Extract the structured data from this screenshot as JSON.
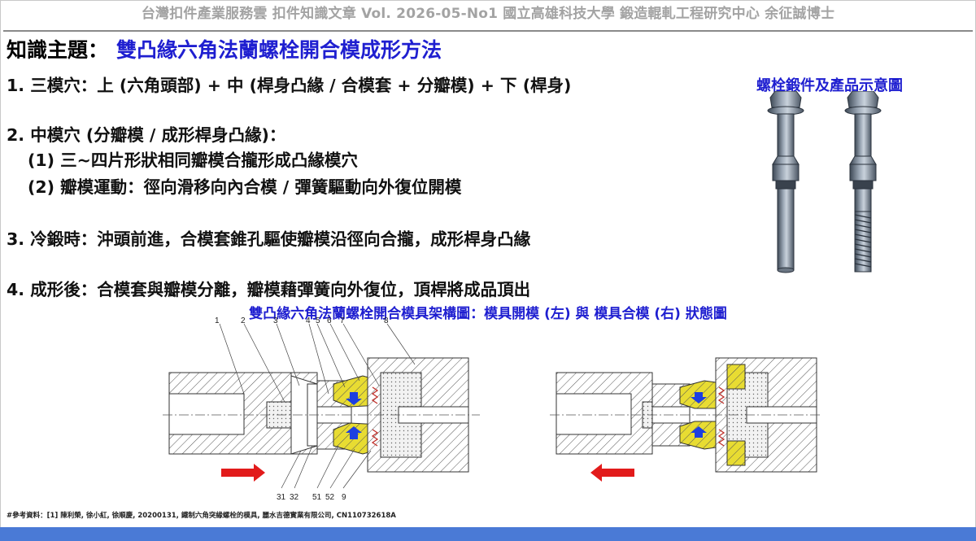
{
  "header": {
    "text": "台灣扣件產業服務雲  扣件知識文章  Vol. 2026-05-No1  國立高雄科技大學  鍛造輥軋工程研究中心  余征誠博士"
  },
  "topic": {
    "label": "知識主題：",
    "title": "雙凸緣六角法蘭螺栓開合模成形方法"
  },
  "points": {
    "p1": "1. 三模穴：上 (六角頭部) + 中 (桿身凸緣 / 合模套 + 分瓣模) + 下 (桿身)",
    "p2": "2. 中模穴 (分瓣模 / 成形桿身凸緣)：",
    "p2a": "(1) 三~四片形狀相同瓣模合攏形成凸緣模穴",
    "p2b": "(2) 瓣模運動：徑向滑移向內合模 / 彈簧驅動向外復位開模",
    "p3": "3. 冷鍛時：沖頭前進，合模套錐孔驅使瓣模沿徑向合攏，成形桿身凸緣",
    "p4": "4. 成形後：合模套與瓣模分離，瓣模藉彈簧向外復位，頂桿將成品頂出"
  },
  "product_image": {
    "title": "螺栓鍛件及產品示意圖"
  },
  "diagram": {
    "title": "雙凸緣六角法蘭螺栓開合模具架構圖：模具開模 (左) 與 模具合模 (右) 狀態圖",
    "top_labels": [
      "1",
      "2",
      "3",
      "4",
      "5",
      "6",
      "7",
      "8"
    ],
    "bottom_labels": [
      "31",
      "32",
      "51",
      "52",
      "9"
    ],
    "colors": {
      "yellow_die": "#e8dc32",
      "blue_arrow": "#1d3fe0",
      "red_arrow": "#e21b1b",
      "spring": "#c0302a"
    }
  },
  "reference": {
    "text": "#參考資料：[1] 陳利榮, 徐小紅, 徐順慶, 20200131, 鐵制六角突緣螺栓的模具, 麗水吉德實業有限公司, CN110732618A"
  },
  "theme": {
    "accent": "#1f1fd0",
    "bar": "#4a7ad6"
  }
}
